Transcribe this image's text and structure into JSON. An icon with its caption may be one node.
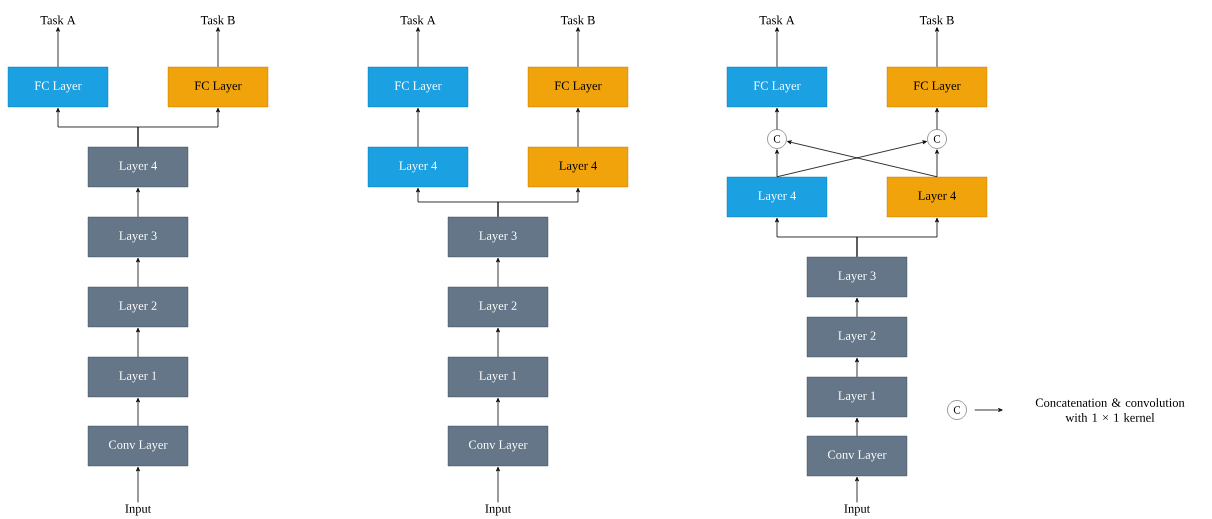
{
  "diagram": {
    "nodes": [
      {
        "text": [
          "Task A"
        ]
      },
      {
        "text": [
          "Task B"
        ]
      },
      {
        "text": [
          "FC Layer"
        ]
      },
      {
        "text": [
          "FC Layer"
        ]
      },
      {
        "text": [
          "Layer 4"
        ]
      },
      {
        "text": [
          "Layer 3"
        ]
      },
      {
        "text": [
          "Layer 2"
        ]
      },
      {
        "text": [
          "Layer 1"
        ]
      },
      {
        "text": [
          "Conv Layer"
        ]
      },
      {
        "text": [
          "Input"
        ]
      },
      {
        "text": [
          "Task A"
        ]
      },
      {
        "text": [
          "Task B"
        ]
      },
      {
        "text": [
          "FC Layer"
        ]
      },
      {
        "text": [
          "FC Layer"
        ]
      },
      {
        "text": [
          "Layer 4"
        ]
      },
      {
        "text": [
          "Layer 4"
        ]
      },
      {
        "text": [
          "Layer 3"
        ]
      },
      {
        "text": [
          "Layer 2"
        ]
      },
      {
        "text": [
          "Layer 1"
        ]
      },
      {
        "text": [
          "Conv Layer"
        ]
      },
      {
        "text": [
          "Input"
        ]
      },
      {
        "text": [
          "Task A"
        ]
      },
      {
        "text": [
          "Task B"
        ]
      },
      {
        "text": [
          "FC Layer"
        ]
      },
      {
        "text": [
          "FC Layer"
        ]
      },
      {
        "text": [
          "C"
        ]
      },
      {
        "text": [
          "C"
        ]
      },
      {
        "text": [
          "Layer 4"
        ]
      },
      {
        "text": [
          "Layer 4"
        ]
      },
      {
        "text": [
          "Layer 3"
        ]
      },
      {
        "text": [
          "Layer 2"
        ]
      },
      {
        "text": [
          "Layer 1"
        ]
      },
      {
        "text": [
          "Conv Layer"
        ]
      },
      {
        "text": [
          "Input"
        ]
      },
      {
        "text": [
          "C"
        ]
      },
      {
        "text": [
          "Concatenation & convolution with 1 × 1 kernel"
        ]
      }
    ],
    "edges": [
      {
        "from": 9,
        "to": 8,
        "arrow": "to"
      },
      {
        "from": 8,
        "to": 7,
        "arrow": "to"
      },
      {
        "from": 7,
        "to": 6,
        "arrow": "to"
      },
      {
        "from": 6,
        "to": 5,
        "arrow": "to"
      },
      {
        "from": 5,
        "to": 4,
        "arrow": "to"
      },
      {
        "from": 4,
        "to": 2,
        "arrow": "to"
      },
      {
        "from": 4,
        "to": 3,
        "arrow": "to"
      },
      {
        "from": 2,
        "to": 0,
        "arrow": "to"
      },
      {
        "from": 3,
        "to": 1,
        "arrow": "to"
      },
      {
        "from": 20,
        "to": 19,
        "arrow": "to"
      },
      {
        "from": 19,
        "to": 18,
        "arrow": "to"
      },
      {
        "from": 18,
        "to": 17,
        "arrow": "to"
      },
      {
        "from": 17,
        "to": 16,
        "arrow": "to"
      },
      {
        "from": 16,
        "to": 14,
        "arrow": "to"
      },
      {
        "from": 16,
        "to": 15,
        "arrow": "to"
      },
      {
        "from": 14,
        "to": 12,
        "arrow": "to"
      },
      {
        "from": 15,
        "to": 13,
        "arrow": "to"
      },
      {
        "from": 12,
        "to": 10,
        "arrow": "to"
      },
      {
        "from": 13,
        "to": 11,
        "arrow": "to"
      },
      {
        "from": 33,
        "to": 32,
        "arrow": "to"
      },
      {
        "from": 32,
        "to": 31,
        "arrow": "to"
      },
      {
        "from": 31,
        "to": 30,
        "arrow": "to"
      },
      {
        "from": 30,
        "to": 29,
        "arrow": "to"
      },
      {
        "from": 29,
        "to": 27,
        "arrow": "to"
      },
      {
        "from": 29,
        "to": 28,
        "arrow": "to"
      },
      {
        "from": 27,
        "to": 25,
        "arrow": "to"
      },
      {
        "from": 27,
        "to": 26,
        "arrow": "to"
      },
      {
        "from": 28,
        "to": 26,
        "arrow": "to"
      },
      {
        "from": 28,
        "to": 25,
        "arrow": "to"
      },
      {
        "from": 25,
        "to": 23,
        "arrow": "to"
      },
      {
        "from": 26,
        "to": 24,
        "arrow": "to"
      },
      {
        "from": 23,
        "to": 21,
        "arrow": "to"
      },
      {
        "from": 24,
        "to": 22,
        "arrow": "to"
      },
      {
        "from": 34,
        "to": 35,
        "arrow": "to"
      }
    ]
  }
}
